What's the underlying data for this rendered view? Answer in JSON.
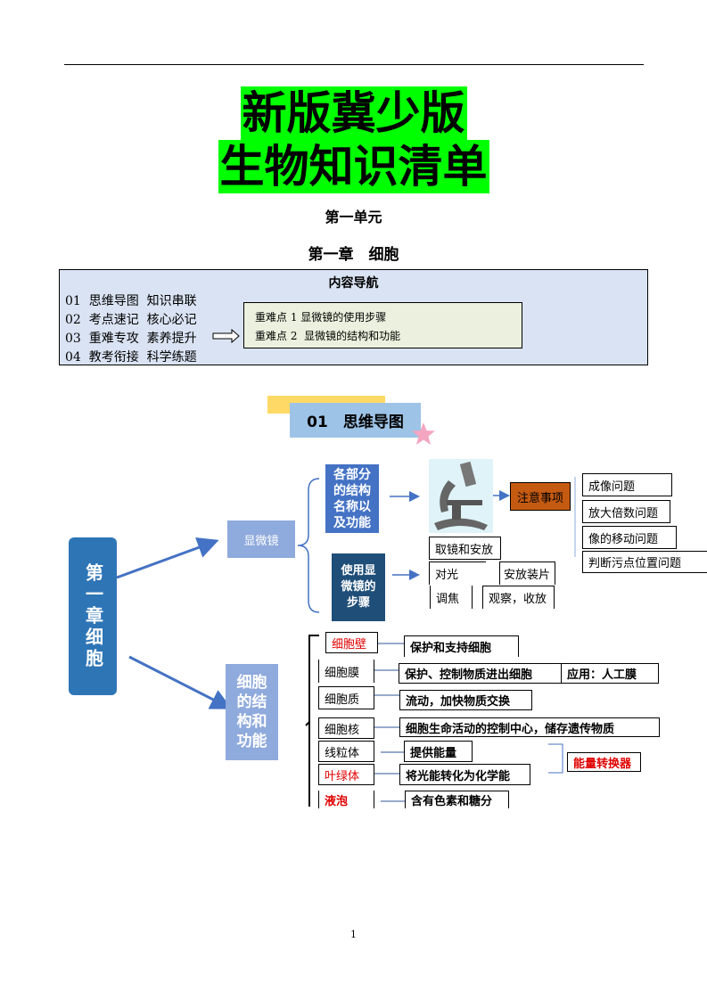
{
  "title": {
    "line1": "新版冀少版",
    "line2": "生物知识清单"
  },
  "unit": "第一单元",
  "chapter": "第一章　细胞",
  "nav": {
    "title": "内容导航",
    "items": [
      "01  思维导图  知识串联",
      "02  考点速记  核心必记",
      "03  重难专攻  素养提升",
      "04  教考衔接  科学练题"
    ],
    "focus": [
      "重难点 1 显微镜的使用步骤",
      "重难点 2  显微镜的结构和功能"
    ]
  },
  "section": {
    "label": "01　思维导图"
  },
  "map": {
    "root": "第一章细胞",
    "microscope": "显微镜",
    "parts": "各部分的结构名称以及功能",
    "usage": "使用显微镜的步骤",
    "notes": "注意事项",
    "issues": [
      "成像问题",
      "放大倍数问题",
      "像的移动问题",
      "判断污点位置问题"
    ],
    "steps": [
      "取镜和安放",
      "对光",
      "安放装片",
      "调焦",
      "观察，收放"
    ],
    "cell": "细胞的结构和功能",
    "structures": [
      {
        "name": "细胞壁",
        "desc": "保护和支持细胞"
      },
      {
        "name": "细胞膜",
        "desc": "保护、控制物质进出细胞",
        "extra": "应用：人工膜"
      },
      {
        "name": "细胞质",
        "desc": "流动，加快物质交换"
      },
      {
        "name": "细胞核",
        "desc": "细胞生命活动的控制中心，储存遗传物质"
      },
      {
        "name": "线粒体",
        "desc": "提供能量"
      },
      {
        "name": "叶绿体",
        "desc": "将光能转化为化学能"
      },
      {
        "name": "液泡",
        "desc": "含有色素和糖分"
      }
    ],
    "energy": "能量转换器"
  },
  "page": "1"
}
